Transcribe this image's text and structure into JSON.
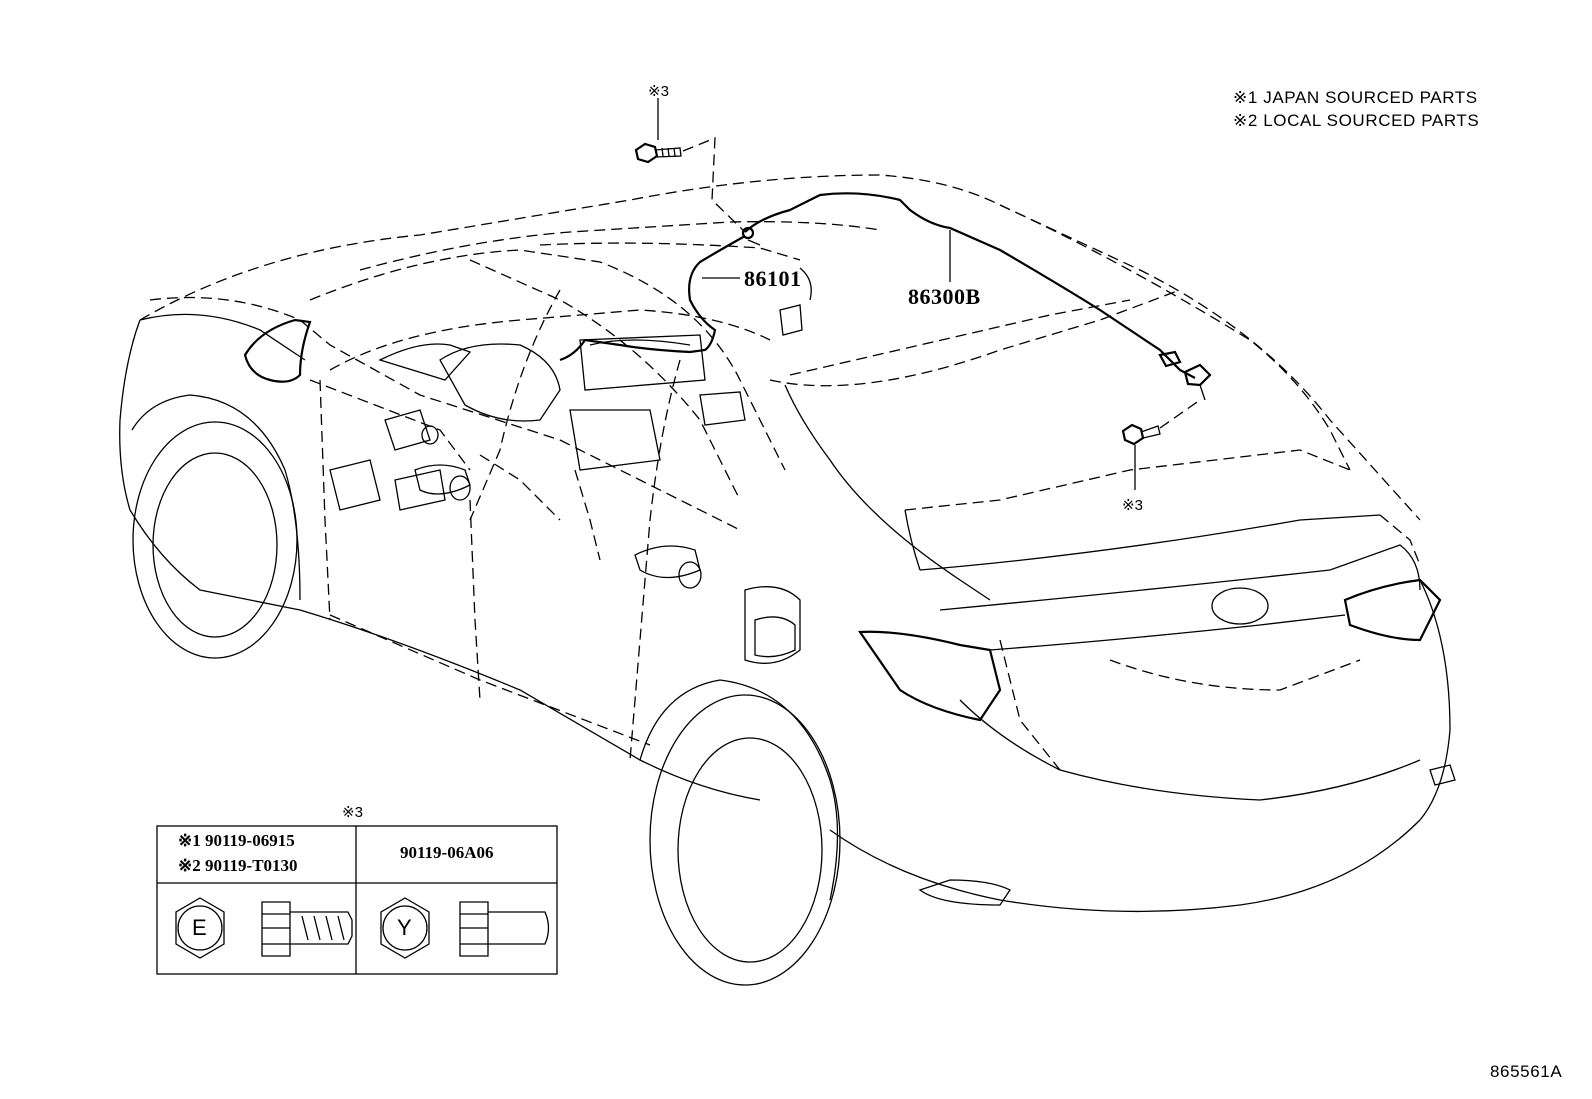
{
  "legend": {
    "items": [
      {
        "mark": "※1",
        "text": "JAPAN SOURCED PARTS"
      },
      {
        "mark": "※2",
        "text": "LOCAL SOURCED PARTS"
      }
    ]
  },
  "callouts": {
    "bolt_front": "※3",
    "bolt_rear": "※3",
    "part_86101": "86101",
    "part_86300B": "86300B"
  },
  "bolt_table": {
    "title": "※3",
    "col1_line1": "※1 90119-06915",
    "col1_line2": "※2 90119-T0130",
    "col2_line1": "90119-06A06",
    "head_mark_1": "E",
    "head_mark_2": "Y"
  },
  "illustration_id": "865561A"
}
